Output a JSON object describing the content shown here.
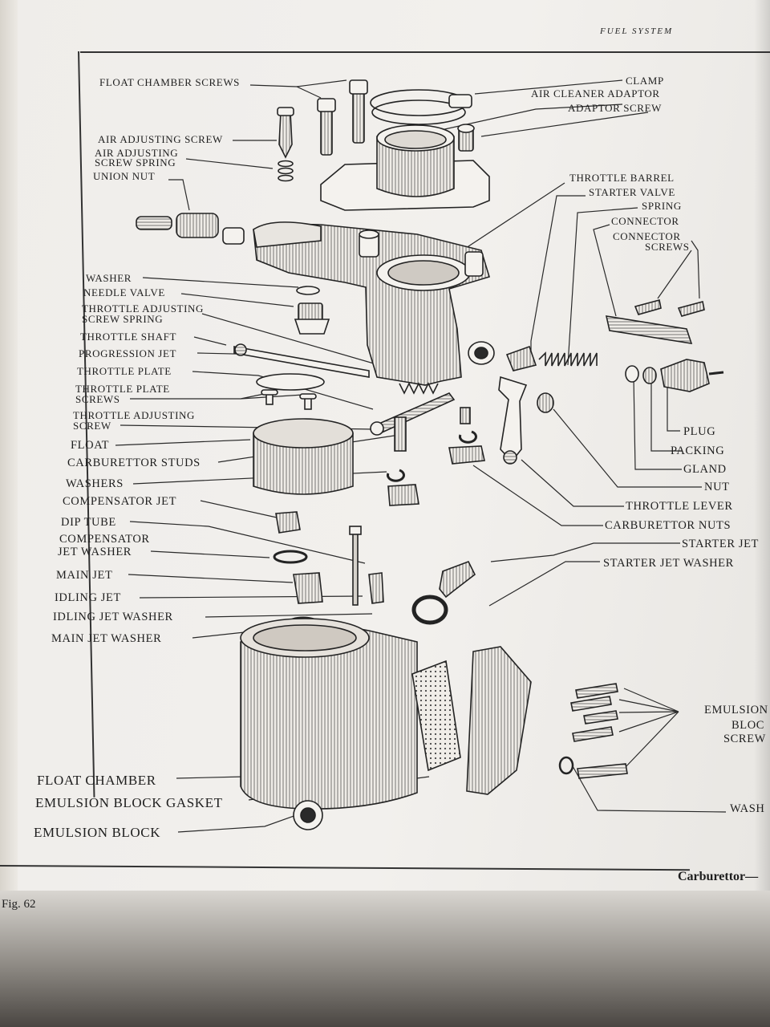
{
  "page": {
    "section_header": "FUEL SYSTEM",
    "caption": "Carburettor—",
    "figure": "Fig. 62"
  },
  "labels": {
    "float_chamber_screws": "FLOAT CHAMBER SCREWS",
    "clamp": "CLAMP",
    "air_cleaner_adaptor": "AIR CLEANER ADAPTOR",
    "adaptor_screw": "ADAPTOR SCREW",
    "air_adjusting_screw": "AIR ADJUSTING SCREW",
    "air_adjusting_screw_spring_1": "AIR ADJUSTING",
    "air_adjusting_screw_spring_2": "SCREW SPRING",
    "union_nut": "UNION NUT",
    "throttle_barrel": "THROTTLE BARREL",
    "starter_valve": "STARTER VALVE",
    "spring": "SPRING",
    "connector": "CONNECTOR",
    "connector_screws_1": "CONNECTOR",
    "connector_screws_2": "SCREWS",
    "washer": "WASHER",
    "needle_valve": "NEEDLE VALVE",
    "throttle_adjusting_screw_spring_1": "THROTTLE ADJUSTING",
    "throttle_adjusting_screw_spring_2": "SCREW SPRING",
    "throttle_shaft": "THROTTLE SHAFT",
    "progression_jet": "PROGRESSION JET",
    "throttle_plate": "THROTTLE PLATE",
    "throttle_plate_screws_1": "THROTTLE PLATE",
    "throttle_plate_screws_2": "SCREWS",
    "throttle_adjusting_screw_1": "THROTTLE ADJUSTING",
    "throttle_adjusting_screw_2": "SCREW",
    "float": "FLOAT",
    "carburettor_studs": "CARBURETTOR STUDS",
    "washers": "WASHERS",
    "compensator_jet": "COMPENSATOR JET",
    "dip_tube": "DIP TUBE",
    "compensator_jet_washer_1": "COMPENSATOR",
    "compensator_jet_washer_2": "JET WASHER",
    "main_jet": "MAIN JET",
    "idling_jet": "IDLING JET",
    "idling_jet_washer": "IDLING JET WASHER",
    "main_jet_washer": "MAIN JET WASHER",
    "plug": "PLUG",
    "packing": "PACKING",
    "gland": "GLAND",
    "nut": "NUT",
    "throttle_lever": "THROTTLE LEVER",
    "carburettor_nuts": "CARBURETTOR NUTS",
    "starter_jet": "STARTER JET",
    "starter_jet_washer": "STARTER JET WASHER",
    "float_chamber": "FLOAT CHAMBER",
    "emulsion_block_gasket": "EMULSION BLOCK GASKET",
    "emulsion_block": "EMULSION BLOCK",
    "emulsion_block_screws_1": "EMULSION",
    "emulsion_block_screws_2": "BLOC",
    "emulsion_block_screws_3": "SCREW",
    "washer_right": "WASH"
  }
}
